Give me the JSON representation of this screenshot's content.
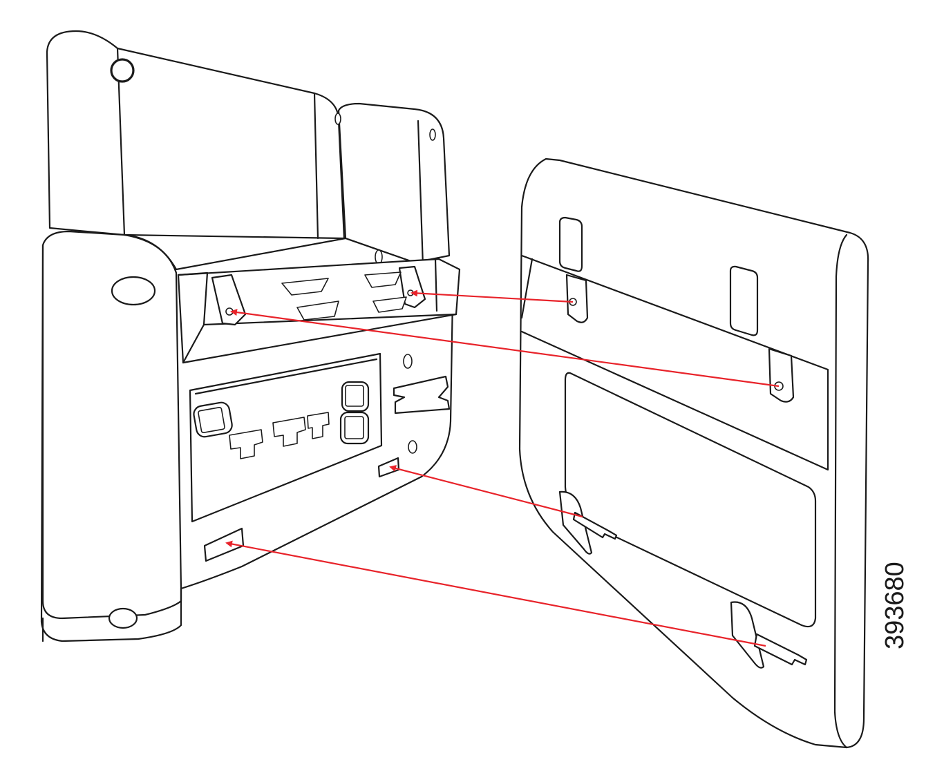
{
  "figure": {
    "id_label": "393680",
    "arrow_color": "#e8232a",
    "line_color": "#1a1a1a",
    "background": "#ffffff"
  },
  "components": {
    "phone_base": "phone-back",
    "wall_plate": "wall-mount-bracket"
  },
  "arrows": [
    {
      "name": "screw-upper-right-arrow"
    },
    {
      "name": "screw-upper-left-arrow"
    },
    {
      "name": "tab-lower-right-arrow"
    },
    {
      "name": "tab-lower-left-arrow"
    }
  ]
}
